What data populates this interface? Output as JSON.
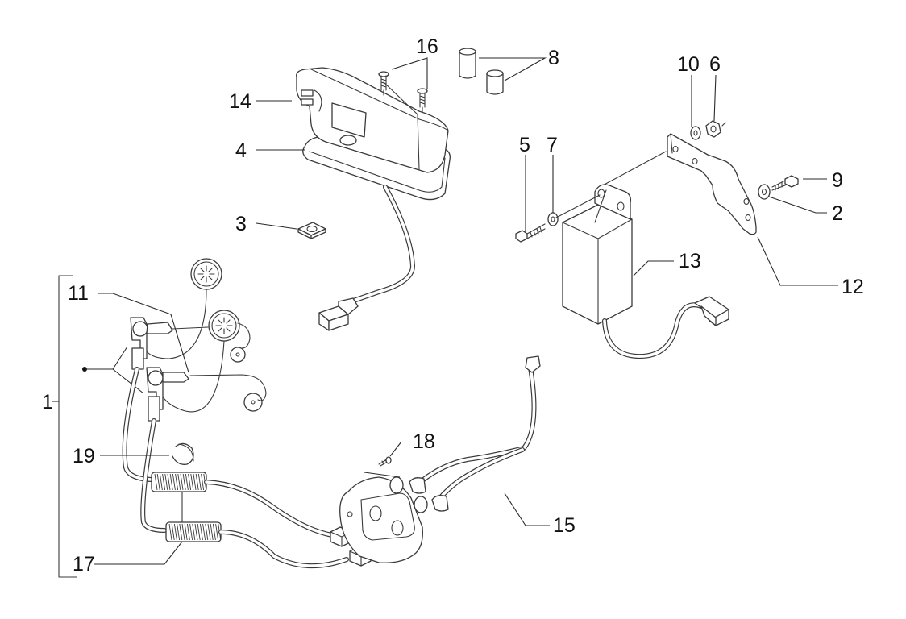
{
  "diagram": {
    "type": "exploded-parts-view",
    "subject": "electrical components assembly",
    "colors": {
      "line": "#3a3a3a",
      "text": "#111111",
      "background": "#ffffff"
    },
    "callouts": [
      {
        "id": "c1",
        "label": "1",
        "part": "sensor-assembly-group"
      },
      {
        "id": "c2",
        "label": "2",
        "part": "washer-right"
      },
      {
        "id": "c3",
        "label": "3",
        "part": "square-nut"
      },
      {
        "id": "c4",
        "label": "4",
        "part": "display-gasket"
      },
      {
        "id": "c5",
        "label": "5",
        "part": "hex-bolt-left"
      },
      {
        "id": "c6",
        "label": "6",
        "part": "hex-nut"
      },
      {
        "id": "c7",
        "label": "7",
        "part": "washer-left"
      },
      {
        "id": "c8",
        "label": "8",
        "part": "cylinder-spacers"
      },
      {
        "id": "c9",
        "label": "9",
        "part": "hex-bolt-right"
      },
      {
        "id": "c10",
        "label": "10",
        "part": "washer-top"
      },
      {
        "id": "c11",
        "label": "11",
        "part": "sensors"
      },
      {
        "id": "c12",
        "label": "12",
        "part": "mounting-bracket"
      },
      {
        "id": "c13",
        "label": "13",
        "part": "control-module"
      },
      {
        "id": "c14",
        "label": "14",
        "part": "display-housing"
      },
      {
        "id": "c15",
        "label": "15",
        "part": "wiring-harness"
      },
      {
        "id": "c16",
        "label": "16",
        "part": "housing-screws"
      },
      {
        "id": "c17",
        "label": "17",
        "part": "cable-boots"
      },
      {
        "id": "c18",
        "label": "18",
        "part": "plate-screw"
      },
      {
        "id": "c19",
        "label": "19",
        "part": "retaining-clip"
      }
    ]
  }
}
